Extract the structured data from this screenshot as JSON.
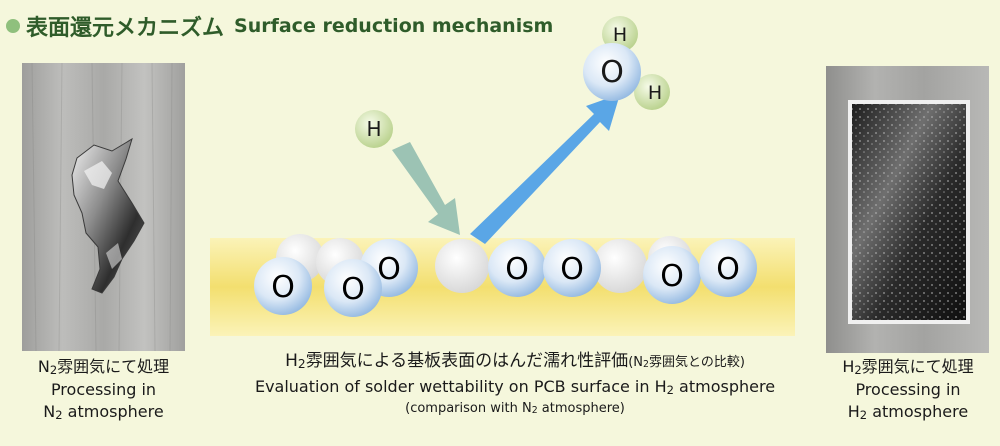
{
  "title": {
    "ja": "表面還元メカニズム",
    "en": "Surface reduction mechanism"
  },
  "left_caption": {
    "line1_sym": "N",
    "line1_sub": "2",
    "line1_rest": "雰囲気にて処理",
    "line2": "Processing in",
    "line3_sym": "N",
    "line3_sub": "2",
    "line3_rest": " atmosphere"
  },
  "right_caption": {
    "line1_sym": "H",
    "line1_sub": "2",
    "line1_rest": "雰囲気にて処理",
    "line2": "Processing in",
    "line3_sym": "H",
    "line3_sub": "2",
    "line3_rest": " atmosphere"
  },
  "center_caption": {
    "line1_sym": "H",
    "line1_sub": "2",
    "line1_main": "雰囲気による基板表面のはんだ濡れ性評価",
    "line1_paren_open": "(",
    "line1_paren_sym": "N",
    "line1_paren_sub": "2",
    "line1_paren_rest": "雰囲気との比較)",
    "line2_main": "Evaluation of solder wettability on PCB surface in ",
    "line2_sym": "H",
    "line2_sub": "2",
    "line2_rest": " atmosphere",
    "line3_open": "(comparison with ",
    "line3_sym": "N",
    "line3_sub": "2",
    "line3_rest": " atmosphere)"
  },
  "molecules": {
    "incoming_h": "H",
    "water_o": "O",
    "water_h1": "H",
    "water_h2": "H",
    "surface_oxygen": "O"
  },
  "colors": {
    "background": "#f5f7dc",
    "title": "#2f5c2a",
    "surface": "#f4e27a",
    "oxygen": "#b9d4ee",
    "hydrogen": "#c6dc9e",
    "arrow_in": "#9cc3b4",
    "arrow_out": "#5aa6e6"
  }
}
